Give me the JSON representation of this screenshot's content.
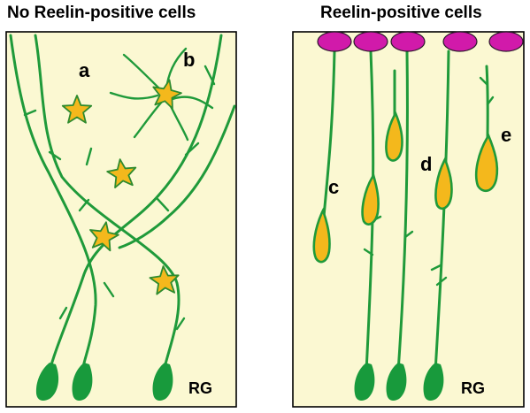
{
  "left_panel": {
    "title": "No Reelin-positive cells",
    "label_a": "a",
    "label_b": "b",
    "rg_label": "RG"
  },
  "right_panel": {
    "title": "Reelin-positive cells",
    "label_c": "c",
    "label_d": "d",
    "label_e": "e",
    "rg_label": "RG"
  },
  "colors": {
    "background": "#fbf8d2",
    "fiber": "#1f9a3a",
    "neuron": "#f4b81c",
    "reelin_cell": "#d11aaa"
  }
}
